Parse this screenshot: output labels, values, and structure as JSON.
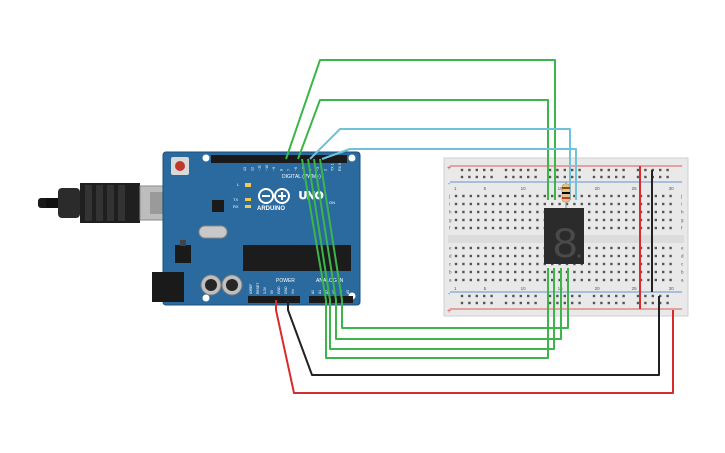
{
  "arduino": {
    "brand": "ARDUINO",
    "model": "UNO",
    "digital_label": "DIGITAL (PWM~)",
    "power_label": "POWER",
    "analog_label": "ANALOG IN",
    "aref_label": "AREF",
    "gnd_label": "GND",
    "tx_label": "TX",
    "rx_label": "RX",
    "l_label": "L",
    "on_label": "ON",
    "digital_pins": [
      "13",
      "12",
      "~11",
      "~10",
      "~9",
      "8",
      "7",
      "~6",
      "~5",
      "4",
      "~3",
      "2",
      "TX 1",
      "RX 0"
    ],
    "power_pins": [
      "IOREF",
      "RESET",
      "3.3V",
      "5V",
      "GND",
      "GND",
      "Vin"
    ],
    "analog_pins": [
      "A0",
      "A1",
      "A2",
      "A3",
      "A4",
      "A5"
    ]
  },
  "breadboard": {
    "columns": [
      "1",
      "5",
      "10",
      "15",
      "20",
      "25",
      "30"
    ],
    "rows_top": [
      "j",
      "i",
      "h",
      "g",
      "f"
    ],
    "rows_bottom": [
      "e",
      "d",
      "c",
      "b",
      "a"
    ],
    "rail_plus": "+",
    "rail_minus": "-"
  },
  "display": {
    "digit": "8"
  },
  "colors": {
    "board": "#2a6a9e",
    "wire_green": "#3cb54a",
    "wire_cyan": "#6fc2d8",
    "wire_red": "#d92b2b",
    "wire_black": "#222222",
    "breadboard": "#e9e9e9",
    "rail_red": "#d92b2b",
    "rail_blue": "#3a6fc4"
  }
}
